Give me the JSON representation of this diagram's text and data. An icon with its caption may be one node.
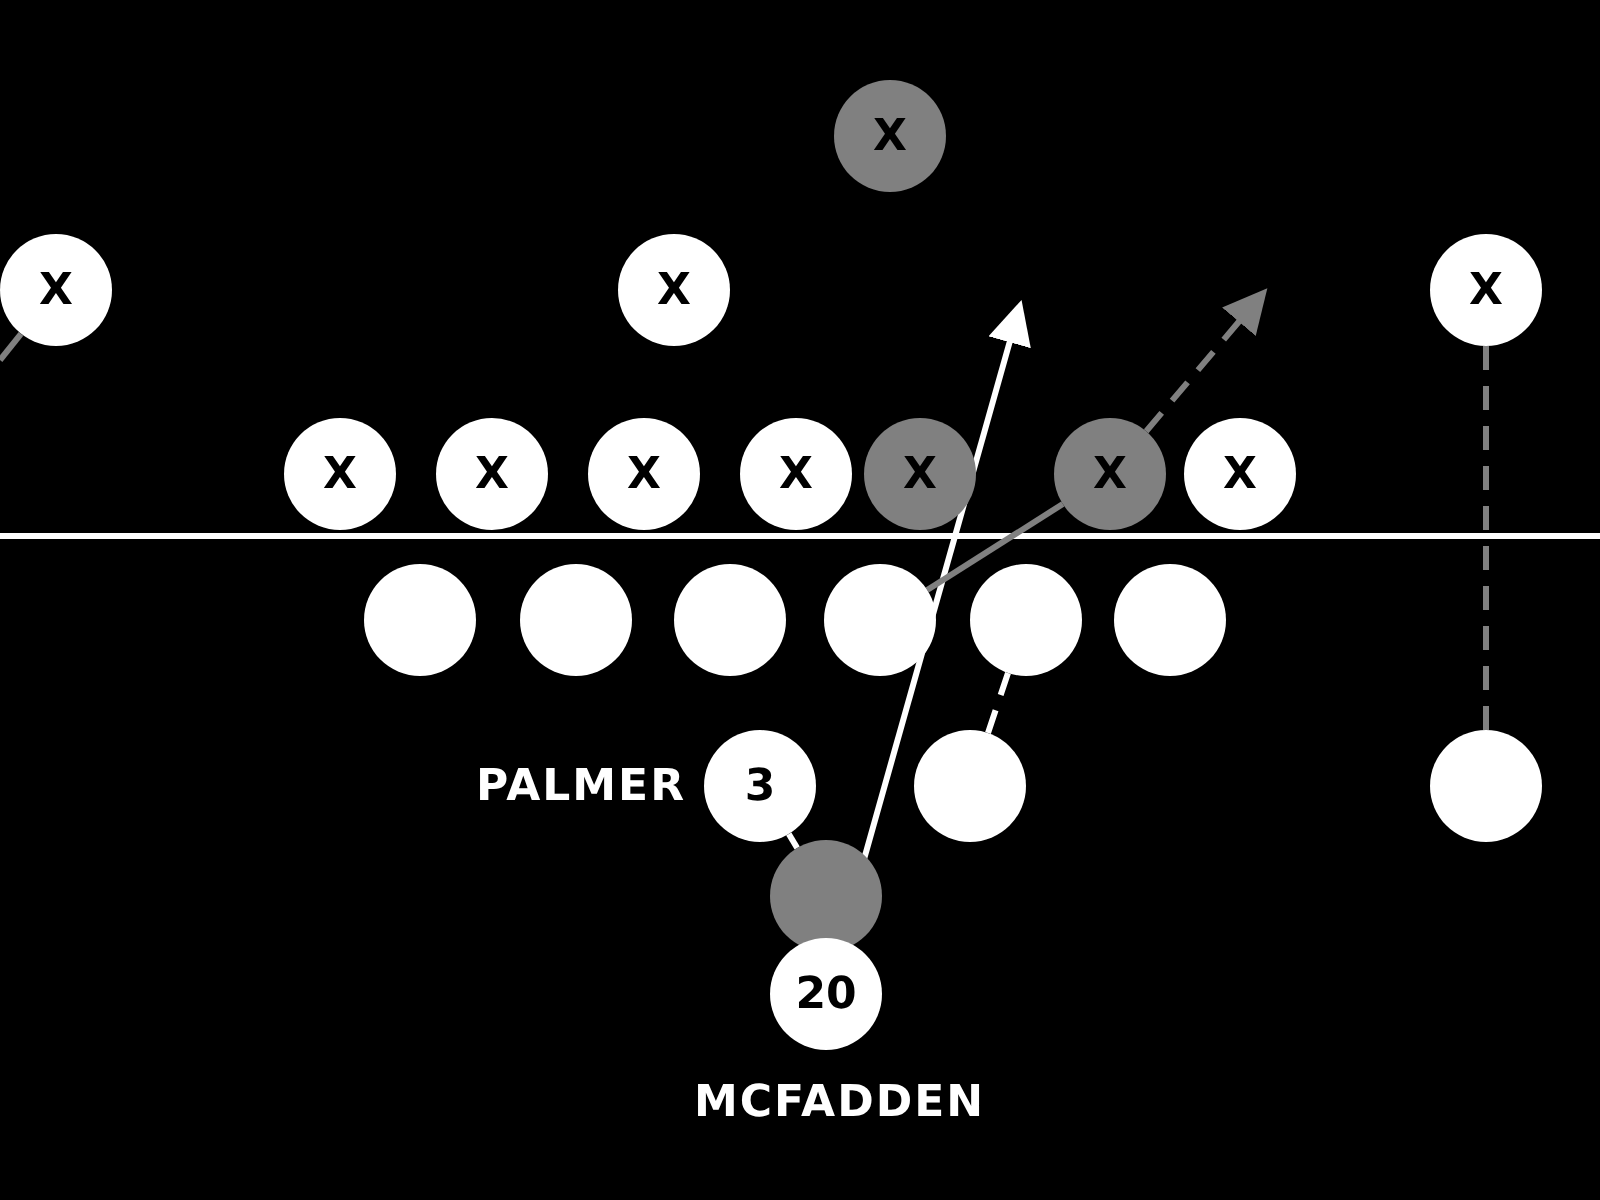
{
  "diagram": {
    "nodes": [
      {
        "text": [
          "X"
        ]
      },
      {
        "text": [
          "X"
        ]
      },
      {
        "text": [
          "X"
        ]
      },
      {
        "text": [
          "X"
        ]
      },
      {
        "text": [
          "X"
        ]
      },
      {
        "text": [
          "X"
        ]
      },
      {
        "text": [
          "X"
        ]
      },
      {
        "text": [
          "X"
        ]
      },
      {
        "text": [
          "X"
        ]
      },
      {
        "text": [
          "X"
        ]
      },
      {
        "text": [
          "X"
        ]
      },
      {
        "text": [],
        "shape": "circle"
      },
      {
        "text": [],
        "shape": "circle"
      },
      {
        "text": [],
        "shape": "circle"
      },
      {
        "text": [],
        "shape": "circle"
      },
      {
        "text": [],
        "shape": "circle"
      },
      {
        "text": [],
        "shape": "circle"
      },
      {
        "text": [
          "3"
        ],
        "beside": [
          "PALMER"
        ]
      },
      {
        "text": [],
        "shape": "circle"
      },
      {
        "text": [],
        "shape": "circle"
      },
      {
        "text": [],
        "shape": "circle"
      },
      {
        "text": [
          "20"
        ],
        "beside": [
          "MCFADDEN"
        ]
      }
    ],
    "edges": [
      {
        "from": 21,
        "to": null,
        "arrow": "to",
        "color": "#ffffff"
      },
      {
        "from": 18,
        "to": 15,
        "arrow": "none",
        "style": "dashed",
        "color": "#ffffff"
      },
      {
        "from": 14,
        "to": 9,
        "arrow": "none"
      },
      {
        "from": 9,
        "to": null,
        "arrow": "to",
        "style": "dashed"
      },
      {
        "from": 17,
        "to": 20,
        "arrow": "none",
        "style": "dashed",
        "color": "#ffffff"
      },
      {
        "from": 3,
        "to": 19,
        "arrow": "none",
        "style": "dashed"
      },
      {
        "from": 1,
        "to": null,
        "arrow": "none"
      }
    ]
  }
}
